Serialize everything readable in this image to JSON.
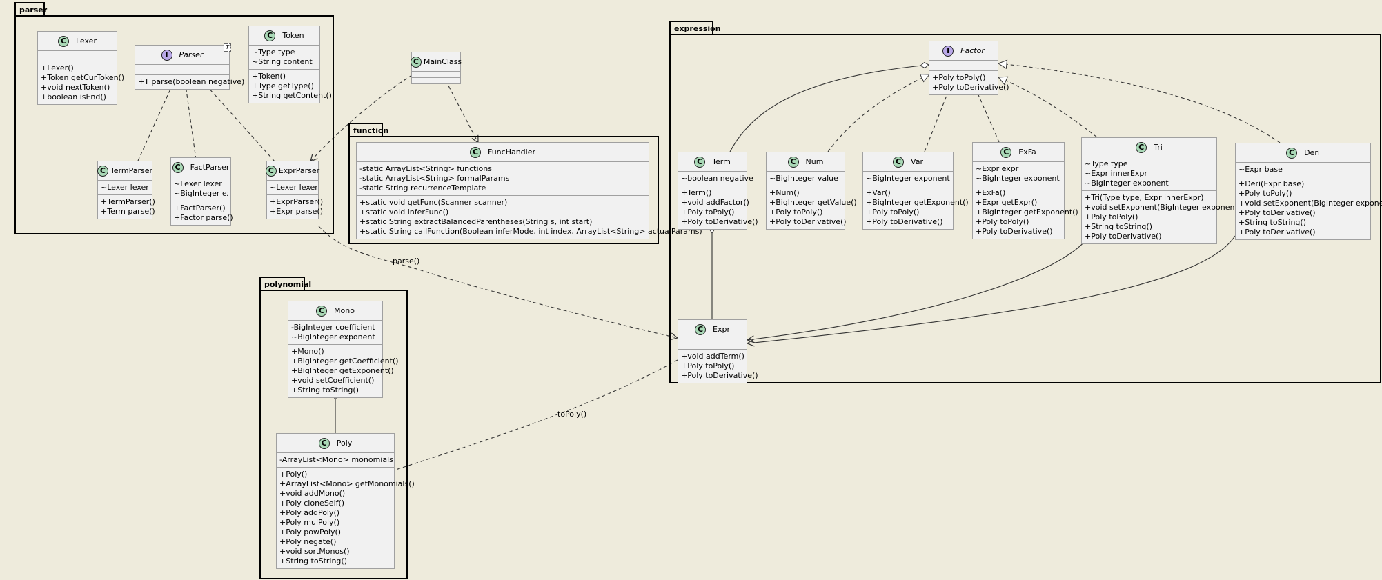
{
  "packages": {
    "parser": "parser",
    "function": "function",
    "polynomial": "polynomial",
    "expression": "expression"
  },
  "classes": {
    "lexer": {
      "stereo": "C",
      "name": "Lexer",
      "fields": [],
      "methods": [
        "+Lexer()",
        "+Token getCurToken()",
        "+void nextToken()",
        "+boolean isEnd()"
      ]
    },
    "parser_iface": {
      "stereo": "I",
      "name": "Parser",
      "tparam": "T",
      "fields": [],
      "methods": [
        "+T parse(boolean negative)"
      ]
    },
    "token": {
      "stereo": "C",
      "name": "Token",
      "fields": [
        "~Type type",
        "~String content"
      ],
      "methods": [
        "+Token()",
        "+Type getType()",
        "+String getContent()"
      ]
    },
    "mainclass": {
      "stereo": "C",
      "name": "MainClass",
      "fields": [],
      "methods": []
    },
    "termparser": {
      "stereo": "C",
      "name": "TermParser",
      "fields": [
        "~Lexer lexer"
      ],
      "methods": [
        "+TermParser()",
        "+Term parse()"
      ]
    },
    "factparser": {
      "stereo": "C",
      "name": "FactParser",
      "fields": [
        "~Lexer lexer",
        "~BigInteger expo"
      ],
      "methods": [
        "+FactParser()",
        "+Factor parse()"
      ]
    },
    "exprparser": {
      "stereo": "C",
      "name": "ExprParser",
      "fields": [
        "~Lexer lexer"
      ],
      "methods": [
        "+ExprParser()",
        "+Expr parse()"
      ]
    },
    "funchandler": {
      "stereo": "C",
      "name": "FuncHandler",
      "fields": [
        "-static ArrayList<String> functions",
        "-static ArrayList<String> formalParams",
        "-static String recurrenceTemplate"
      ],
      "methods": [
        "+static void getFunc(Scanner scanner)",
        "+static void inferFunc()",
        "+static String extractBalancedParentheses(String s, int start)",
        "+static String callFunction(Boolean inferMode, int index, ArrayList<String> actualParams)"
      ]
    },
    "mono": {
      "stereo": "C",
      "name": "Mono",
      "fields": [
        "-BigInteger coefficient",
        "~BigInteger exponent"
      ],
      "methods": [
        "+Mono()",
        "+BigInteger getCoefficient()",
        "+BigInteger getExponent()",
        "+void setCoefficient()",
        "+String toString()"
      ]
    },
    "poly": {
      "stereo": "C",
      "name": "Poly",
      "fields": [
        "-ArrayList<Mono> monomials"
      ],
      "methods": [
        "+Poly()",
        "+ArrayList<Mono> getMonomials()",
        "+void addMono()",
        "+Poly cloneSelf()",
        "+Poly addPoly()",
        "+Poly mulPoly()",
        "+Poly powPoly()",
        "+Poly negate()",
        "+void sortMonos()",
        "+String toString()"
      ]
    },
    "factor": {
      "stereo": "I",
      "name": "Factor",
      "fields": [],
      "methods": [
        "+Poly toPoly()",
        "+Poly toDerivative()"
      ]
    },
    "term": {
      "stereo": "C",
      "name": "Term",
      "fields": [
        "~boolean negative"
      ],
      "methods": [
        "+Term()",
        "+void addFactor()",
        "+Poly toPoly()",
        "+Poly toDerivative()"
      ]
    },
    "num": {
      "stereo": "C",
      "name": "Num",
      "fields": [
        "~BigInteger value"
      ],
      "methods": [
        "+Num()",
        "+BigInteger getValue()",
        "+Poly toPoly()",
        "+Poly toDerivative()"
      ]
    },
    "var": {
      "stereo": "C",
      "name": "Var",
      "fields": [
        "~BigInteger exponent"
      ],
      "methods": [
        "+Var()",
        "+BigInteger getExponent()",
        "+Poly toPoly()",
        "+Poly toDerivative()"
      ]
    },
    "exfa": {
      "stereo": "C",
      "name": "ExFa",
      "fields": [
        "~Expr expr",
        "~BigInteger exponent"
      ],
      "methods": [
        "+ExFa()",
        "+Expr getExpr()",
        "+BigInteger getExponent()",
        "+Poly toPoly()",
        "+Poly toDerivative()"
      ]
    },
    "tri": {
      "stereo": "C",
      "name": "Tri",
      "fields": [
        "~Type type",
        "~Expr innerExpr",
        "~BigInteger exponent"
      ],
      "methods": [
        "+Tri(Type type, Expr innerExpr)",
        "+void setExponent(BigInteger exponent)",
        "+Poly toPoly()",
        "+String toString()",
        "+Poly toDerivative()"
      ]
    },
    "deri": {
      "stereo": "C",
      "name": "Deri",
      "fields": [
        "~Expr base"
      ],
      "methods": [
        "+Deri(Expr base)",
        "+Poly toPoly()",
        "+void setExponent(BigInteger exponent)",
        "+Poly toDerivative()",
        "+String toString()",
        "+Poly toDerivative()"
      ]
    },
    "expr": {
      "stereo": "C",
      "name": "Expr",
      "fields": [],
      "methods": [
        "+void addTerm()",
        "+Poly toPoly()",
        "+Poly toDerivative()"
      ]
    }
  },
  "edge_labels": {
    "parse": "parse()",
    "topoly": "toPoly()"
  }
}
